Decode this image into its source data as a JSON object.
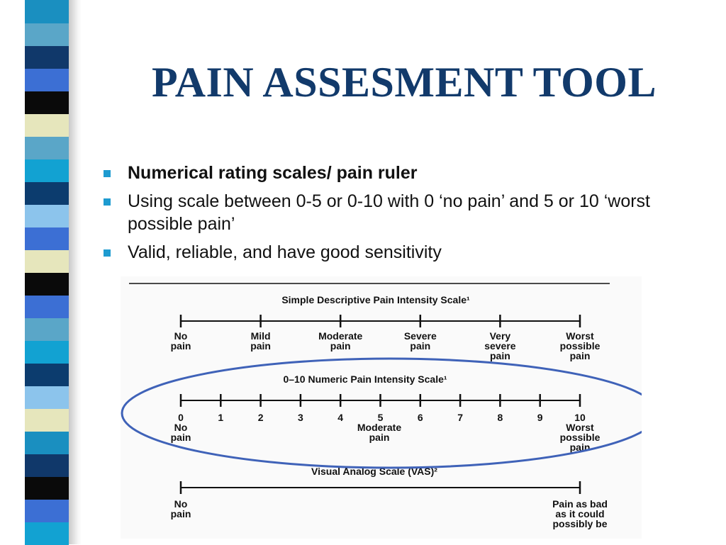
{
  "slide": {
    "title": "PAIN ASSESMENT TOOL",
    "bullets": [
      {
        "text": "Numerical rating scales/ pain ruler",
        "bold": true
      },
      {
        "text": "Using scale between 0-5 or 0-10 with 0 ‘no pain’ and 5 or 10 ‘worst possible pain’",
        "bold": false
      },
      {
        "text": "Valid, reliable, and have good sensitivity",
        "bold": false
      }
    ],
    "bullet_color": "#1e9bd0",
    "title_color": "#123a6b",
    "highlight_color": "#3f62b8"
  },
  "strip_colors": [
    "#1a8fc0",
    "#5aa6c8",
    "#10386a",
    "#3c6fd4",
    "#0a0a0a",
    "#e6e6bc",
    "#5aa6c8",
    "#12a2d2",
    "#0c3c6e",
    "#8cc4ec",
    "#3c6fd4",
    "#e6e6bc",
    "#0a0a0a",
    "#3c6fd4",
    "#5aa6c8",
    "#12a2d2",
    "#0c3c6e",
    "#8cc4ec",
    "#e6e6bc",
    "#1a8fc0",
    "#10386a",
    "#0a0a0a",
    "#3c6fd4",
    "#12a2d2"
  ],
  "scales": {
    "descriptive": {
      "title": "Simple Descriptive Pain Intensity Scale¹",
      "labels": [
        [
          "No",
          "pain"
        ],
        [
          "Mild",
          "pain"
        ],
        [
          "Moderate",
          "pain"
        ],
        [
          "Severe",
          "pain"
        ],
        [
          "Very",
          "severe",
          "pain"
        ],
        [
          "Worst",
          "possible",
          "pain"
        ]
      ]
    },
    "numeric": {
      "title": "0–10 Numeric Pain Intensity Scale¹",
      "numbers": [
        "0",
        "1",
        "2",
        "3",
        "4",
        "5",
        "6",
        "7",
        "8",
        "9",
        "10"
      ],
      "label_left": [
        "No",
        "pain"
      ],
      "label_mid": [
        "Moderate",
        "pain"
      ],
      "label_right": [
        "Worst",
        "possible",
        "pain"
      ]
    },
    "vas": {
      "title": "Visual Analog Scale (VAS)²",
      "label_left": [
        "No",
        "pain"
      ],
      "label_right": [
        "Pain as bad",
        "as it could",
        "possibly be"
      ]
    }
  }
}
